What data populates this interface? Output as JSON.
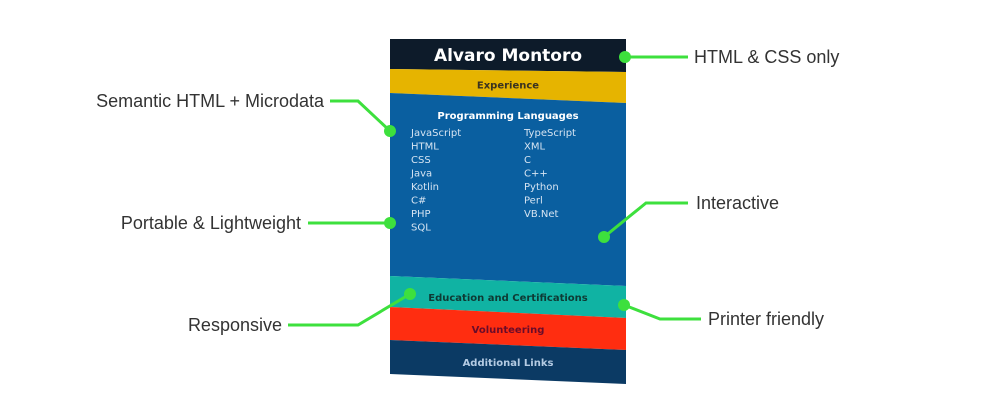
{
  "card": {
    "title": "Alvaro Montoro",
    "sections": [
      {
        "id": "header",
        "label": "Alvaro Montoro",
        "color": "#0d1b2a",
        "text_color": "#ffffff"
      },
      {
        "id": "experience",
        "label": "Experience",
        "color": "#e6b400",
        "text_color": "#3a3320"
      },
      {
        "id": "skills",
        "label": "Programming Languages",
        "color": "#0a5fa0",
        "text_color": "#ffffff"
      },
      {
        "id": "education",
        "label": "Education and Certifications",
        "color": "#10b3a3",
        "text_color": "#0e3a34"
      },
      {
        "id": "volunteering",
        "label": "Volunteering",
        "color": "#ff2d10",
        "text_color": "#6a0c2a"
      },
      {
        "id": "links",
        "label": "Additional Links",
        "color": "#0b3a64",
        "text_color": "#b4cbe3"
      }
    ],
    "languages_left": [
      "JavaScript",
      "HTML",
      "CSS",
      "Java",
      "Kotlin",
      "C#",
      "PHP",
      "SQL"
    ],
    "languages_right": [
      "TypeScript",
      "XML",
      "C",
      "C++",
      "Python",
      "Perl",
      "VB.Net"
    ],
    "language_text_color": "#d6e4f2"
  },
  "callouts": [
    {
      "id": "html-css-only",
      "label": "HTML & CSS only"
    },
    {
      "id": "semantic-html",
      "label": "Semantic HTML + Microdata"
    },
    {
      "id": "interactive",
      "label": "Interactive"
    },
    {
      "id": "portable",
      "label": "Portable & Lightweight"
    },
    {
      "id": "responsive",
      "label": "Responsive"
    },
    {
      "id": "printer-friendly",
      "label": "Printer friendly"
    }
  ],
  "colors": {
    "callout_line": "#3de03d",
    "callout_text": "#333333"
  }
}
